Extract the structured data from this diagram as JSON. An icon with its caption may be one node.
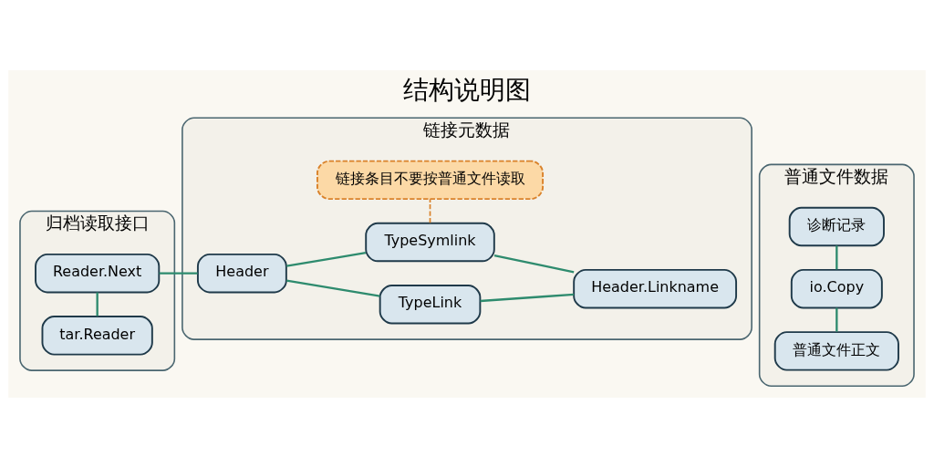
{
  "diagram": {
    "title": "结构说明图",
    "nodes": [
      {
        "text": [
          "归档读取接口"
        ]
      },
      {
        "text": [
          "tar.Reader"
        ],
        "in": 0
      },
      {
        "text": [
          "Reader.Next"
        ],
        "in": 0
      },
      {
        "text": [
          "链接元数据"
        ]
      },
      {
        "text": [
          "Header"
        ],
        "in": 3
      },
      {
        "text": [
          "TypeLink"
        ],
        "in": 3
      },
      {
        "text": [
          "TypeSymlink"
        ],
        "in": 3
      },
      {
        "text": [
          "Header.Linkname"
        ],
        "in": 3
      },
      {
        "text": [
          "链接条目不要按普通文件读取"
        ],
        "in": 3
      },
      {
        "text": [
          "普通文件数据"
        ]
      },
      {
        "text": [
          "普通文件正文"
        ],
        "in": 9
      },
      {
        "text": [
          "io.Copy"
        ],
        "in": 9
      },
      {
        "text": [
          "诊断记录"
        ],
        "in": 9
      }
    ],
    "edges": [
      {
        "from": 1,
        "to": 2,
        "arrow": "none"
      },
      {
        "from": 2,
        "to": 4,
        "arrow": "none"
      },
      {
        "from": 4,
        "to": 5,
        "arrow": "none"
      },
      {
        "from": 4,
        "to": 6,
        "arrow": "none"
      },
      {
        "from": 5,
        "to": 7,
        "arrow": "none"
      },
      {
        "from": 6,
        "to": 7,
        "arrow": "none"
      },
      {
        "from": 6,
        "to": 8,
        "arrow": "none",
        "style": "dashed",
        "color": "#d9822b"
      },
      {
        "from": 10,
        "to": 11,
        "arrow": "none"
      },
      {
        "from": 11,
        "to": 12,
        "arrow": "none"
      }
    ]
  }
}
